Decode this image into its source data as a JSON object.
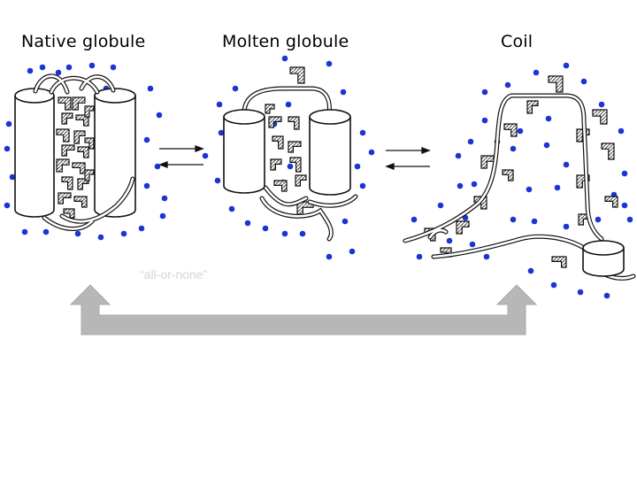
{
  "diagram": {
    "titles": {
      "native": "Native globule",
      "molten": "Molten globule",
      "coil": "Coil"
    },
    "transition_label": "“all-or-none”",
    "colors": {
      "solvent_dot": "#1a35d6",
      "outline": "#111111",
      "fill": "#ffffff",
      "hatch": "#555555",
      "bracket_arrow": "#b7b7b7",
      "label_text": "#d4d4d4"
    }
  }
}
